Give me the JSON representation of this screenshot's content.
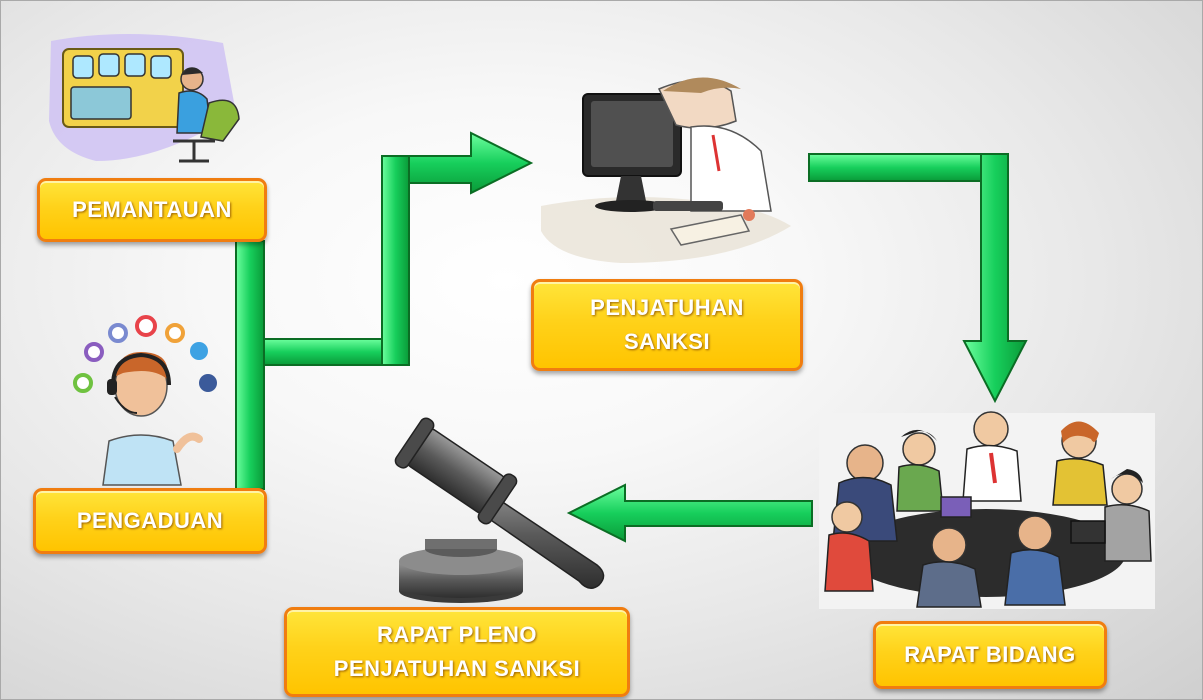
{
  "nodes": {
    "pemantauan": "PEMANTAUAN",
    "pengaduan": "PENGADUAN",
    "penjatuhan_sanksi": [
      "PENJATUHAN",
      "SANKSI"
    ],
    "rapat_bidang": "RAPAT BIDANG",
    "rapat_pleno": [
      "RAPAT PLENO",
      "PENJATUHAN SANKSI"
    ]
  },
  "colors": {
    "label_fill": "#ffd21a",
    "label_border": "#f07d10",
    "arrow_green": "#1fd36a",
    "arrow_dark": "#0b8a2e"
  },
  "icons": {
    "pemantauan": "control-room-operator-icon",
    "pengaduan": "call-center-agent-icon",
    "penjatuhan_sanksi": "office-worker-computer-icon",
    "rapat_bidang": "meeting-group-icon",
    "rapat_pleno": "judge-gavel-icon"
  }
}
